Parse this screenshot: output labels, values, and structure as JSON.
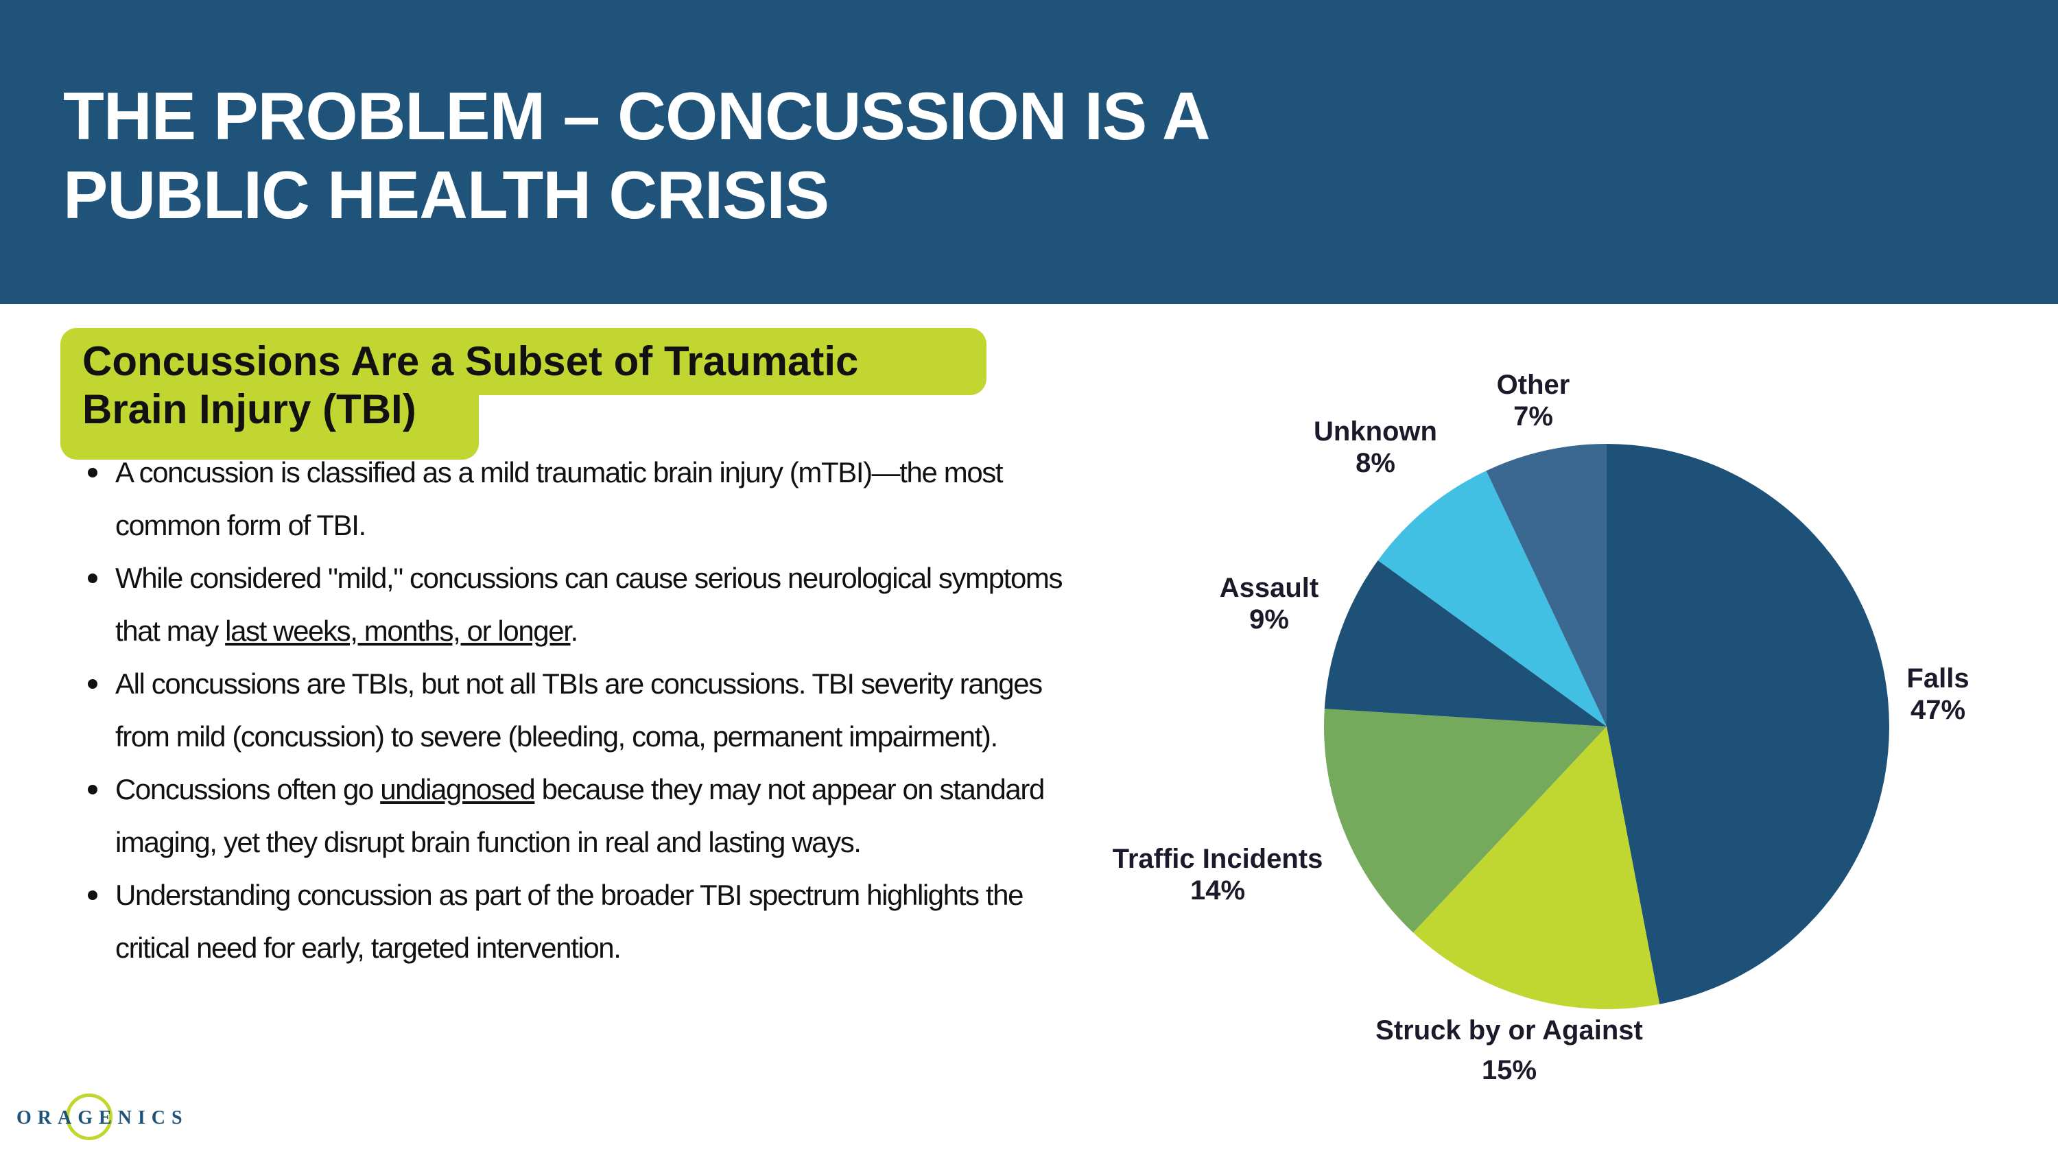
{
  "header": {
    "title_line1": "THE PROBLEM – CONCUSSION IS A",
    "title_line2": "PUBLIC HEALTH CRISIS",
    "bg_color": "#1f5379"
  },
  "subheading": {
    "text": "Concussions Are a Subset of Traumatic Brain Injury (TBI)",
    "line1": "Concussions Are a Subset of Traumatic",
    "line2": "Brain Injury (TBI)",
    "bg_color": "#c2d631"
  },
  "bullets": [
    {
      "pre": "A concussion is classified as a mild traumatic brain injury (mTBI)—the most common form of TBI.",
      "underlined": "",
      "post": ""
    },
    {
      "pre": "While considered \"mild,\" concussions can cause serious neurological symptoms that may ",
      "underlined": "last weeks, months, or longer",
      "post": "."
    },
    {
      "pre": "All concussions are TBIs, but not all TBIs are concussions. TBI severity ranges from mild (concussion) to severe (bleeding, coma, permanent impairment).",
      "underlined": "",
      "post": ""
    },
    {
      "pre": "Concussions often go ",
      "underlined": "undiagnosed",
      "post": " because they may not appear on standard imaging, yet they disrupt brain function in real and lasting ways."
    },
    {
      "pre": "Understanding concussion as part of the broader TBI spectrum highlights the critical need for early, targeted intervention.",
      "underlined": "",
      "post": ""
    }
  ],
  "logo": {
    "text": "ORAGENICS"
  },
  "chart_data": {
    "type": "pie",
    "title": "",
    "start": "12 o'clock, clockwise",
    "legend": "none (direct labels)",
    "slices": [
      {
        "label": "Falls",
        "value": 47,
        "display": "47%",
        "color": "#1e5178"
      },
      {
        "label": "Struck by or Against",
        "value": 15,
        "display": "15%",
        "color": "#c0d631"
      },
      {
        "label": "Traffic Incidents",
        "value": 14,
        "display": "14%",
        "color": "#75aa5d"
      },
      {
        "label": "Assault",
        "value": 9,
        "display": "9%",
        "color": "#1e5178"
      },
      {
        "label": "Unknown",
        "value": 8,
        "display": "8%",
        "color": "#41c0e3"
      },
      {
        "label": "Other",
        "value": 7,
        "display": "7%",
        "color": "#3b6890"
      }
    ]
  }
}
